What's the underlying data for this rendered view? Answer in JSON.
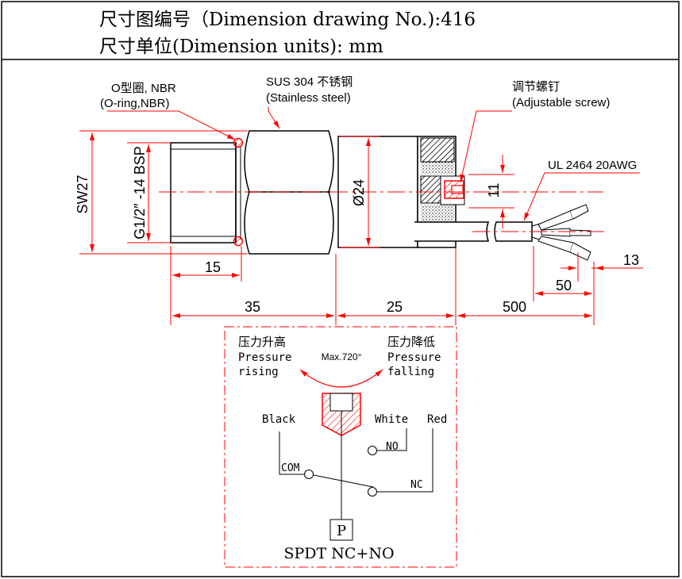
{
  "header": {
    "drawing_no": "尺寸图编号（Dimension drawing No.):416",
    "units": "尺寸单位(Dimension units): mm"
  },
  "callouts": {
    "oring_cn": "O型圈, NBR",
    "oring_en": "(O-ring,NBR)",
    "material_cn": "SUS 304 不锈钢",
    "material_en": "(Stainless steel)",
    "adjust_cn": "调节螺钉",
    "adjust_en": "(Adjustable screw)",
    "cable": "UL 2464 20AWG"
  },
  "dimensions": {
    "sw": "SW27",
    "thread": "G1/2″ -14 BSP",
    "diameter": "Ø24",
    "d15": "15",
    "d35": "35",
    "d25": "25",
    "d500": "500",
    "d50": "50",
    "d13": "13",
    "d11": "11"
  },
  "schematic": {
    "rise_cn": "压力升高",
    "rise_en1": "Pressure",
    "rise_en2": "rising",
    "fall_cn": "压力降低",
    "fall_en1": "Pressure",
    "fall_en2": "falling",
    "max_angle": "Max.720°",
    "black": "Black",
    "white": "White",
    "red": "Red",
    "no": "NO",
    "com": "COM",
    "nc": "NC",
    "p": "P",
    "spdt": "SPDT NC+NO"
  },
  "colors": {
    "red": "#ff0000",
    "line": "#000000"
  }
}
